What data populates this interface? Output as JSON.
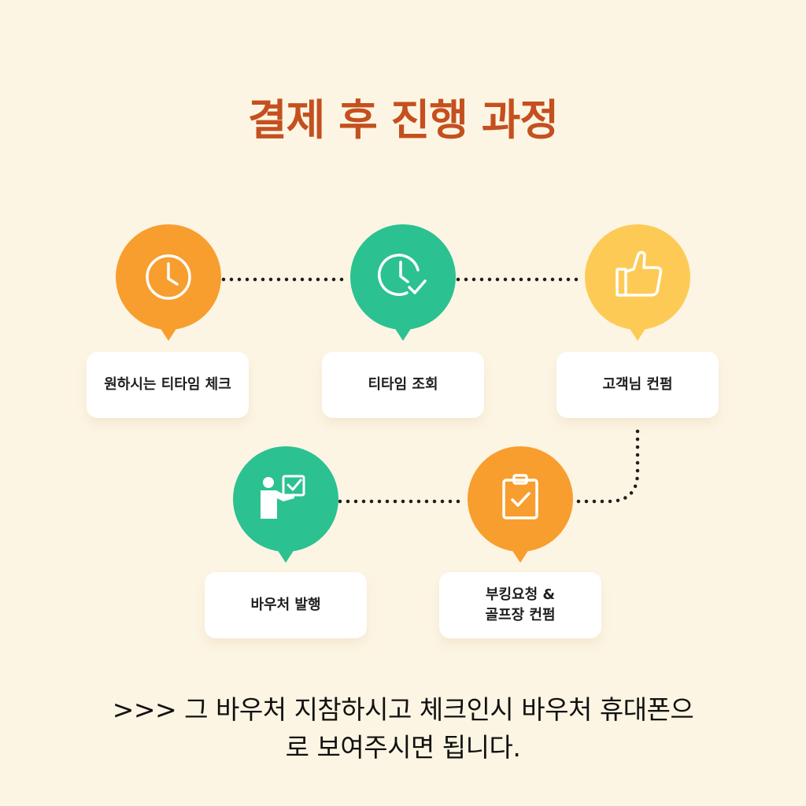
{
  "title": "결제 후 진행 과정",
  "colors": {
    "background": "#FDF5E3",
    "title": "#C4501F",
    "orange": "#F89E2E",
    "green": "#2CC190",
    "yellow": "#FDCB55",
    "card": "#FFFFFF",
    "connector": "#1E1E1E"
  },
  "steps": [
    {
      "label": "원하시는 티타임 체크",
      "icon": "clock-icon",
      "color": "#F89E2E"
    },
    {
      "label": "티타임 조회",
      "icon": "clock-check-icon",
      "color": "#2CC190"
    },
    {
      "label": "고객님 컨펌",
      "icon": "thumbs-up-icon",
      "color": "#FDCB55"
    },
    {
      "label": "부킹요청 &",
      "label_line2": "골프장 컨펌",
      "icon": "clipboard-check-icon",
      "color": "#F89E2E"
    },
    {
      "label": "바우처 발행",
      "icon": "presenter-check-icon",
      "color": "#2CC190"
    }
  ],
  "footer": {
    "line1": ">>> 그 바우처 지참하시고 체크인시 바우처 휴대폰으",
    "line2": "로 보여주시면 됩니다."
  }
}
